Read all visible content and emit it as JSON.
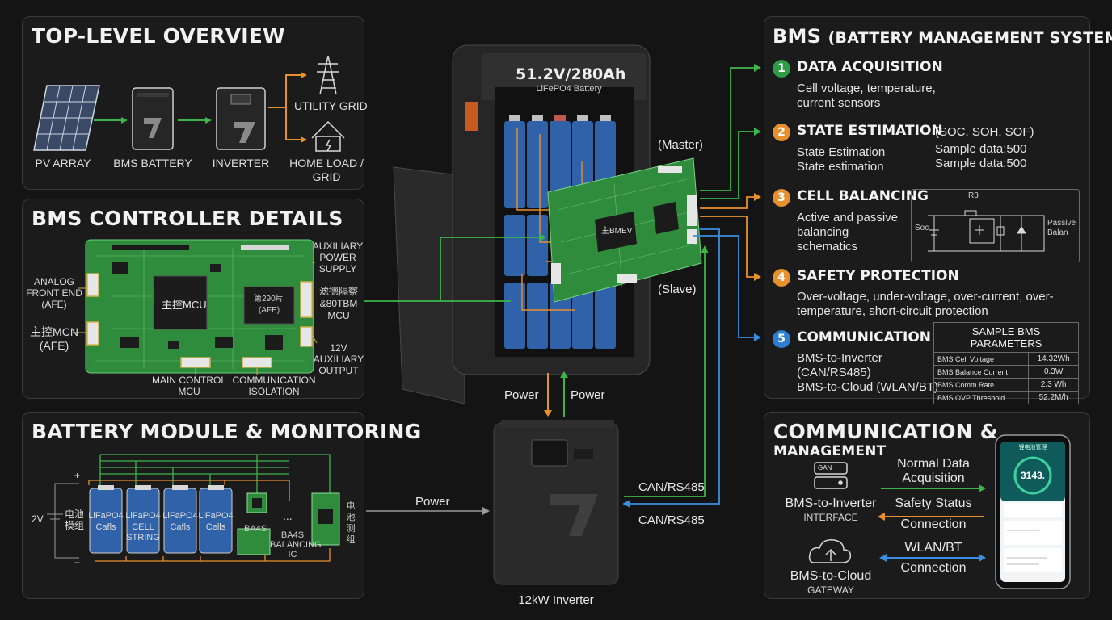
{
  "overview": {
    "title": "TOP-LEVEL OVERVIEW",
    "pv": "PV ARRAY",
    "bms_battery": "BMS BATTERY",
    "inverter": "INVERTER",
    "utility": "UTILITY GRID",
    "home1": "HOME LOAD /",
    "home2": "GRID"
  },
  "controller": {
    "title": "BMS CONTROLLER DETAILS",
    "afe1_1": "ANALOG",
    "afe1_2": "FRONT END",
    "afe1_3": "(AFE)",
    "afe2_1": "主控MCN",
    "afe2_2": "(AFE)",
    "aux1": "AUXILIARY",
    "aux2": "POWER",
    "aux3": "SUPPLY",
    "iso1": "滤德隔察",
    "iso2": "&80TBM",
    "iso3": "MCU",
    "out1": "12V",
    "out2": "AUXILIARY",
    "out3": "OUTPUT",
    "main1": "MAIN CONTROL",
    "main2": "MCU",
    "comm1": "COMMUNICATION",
    "comm2": "ISOLATION",
    "chip_mcu": "主控MCU",
    "chip_afe1": "第290片",
    "chip_afe2": "(AFE)"
  },
  "module": {
    "title": "BATTERY MODULE & MONITORING",
    "voltage": "2V",
    "pack1": "电池",
    "pack2": "模组",
    "plus": "+",
    "minus": "−",
    "cells": [
      {
        "line1": "LiFaPO4",
        "line2": "Cafls"
      },
      {
        "line1": "LiFaPO4",
        "line2": "CELL",
        "line3": "STRING"
      },
      {
        "line1": "LiFaPO4",
        "line2": "Cafls"
      },
      {
        "line1": "LiFaPO4",
        "line2": "Cells"
      }
    ],
    "ba4s": "BA4S",
    "balance1": "BA4S",
    "balance2": "BALANCING",
    "balance3": "IC",
    "dots": "...",
    "side1": "电",
    "side2": "池",
    "side3": "测",
    "side4": "组"
  },
  "center": {
    "brand_title": "51.2V/280Ah",
    "brand_sub": "LiFePO4 Battery",
    "board_chip": "主BMEV",
    "master": "(Master)",
    "slave": "(Slave)",
    "power_up": "Power",
    "power_down": "Power",
    "power_left": "Power",
    "can_top": "CAN/RS485",
    "can_bottom": "CAN/RS485",
    "inverter_label": "12kW Inverter"
  },
  "bms": {
    "title": "BMS",
    "title_paren": "(BATTERY MANAGEMENT SYSTEM)",
    "steps": [
      {
        "num": "1",
        "head": "DATA ACQUISITION",
        "l1": "Cell voltage, temperature,",
        "l2": "current sensors"
      },
      {
        "num": "2",
        "head": "STATE ESTIMATION",
        "l1": "State Estimation",
        "l2": "State estimation",
        "side1": "(SOC, SOH, SOF)",
        "side2": "Sample data:500",
        "side3": "Sample data:500"
      },
      {
        "num": "3",
        "head": "CELL BALANCING",
        "l1": "Active and passive",
        "l2": "balancing",
        "l3": "schematics"
      },
      {
        "num": "4",
        "head": "SAFETY PROTECTION",
        "l1": "Over-voltage, under-voltage, over-current, over-",
        "l2": "temperature, short-circuit protection"
      },
      {
        "num": "5",
        "head": "COMMUNICATION",
        "l1": "BMS-to-Inverter",
        "l2": "(CAN/RS485)",
        "l3": "BMS-to-Cloud (WLAN/BT)"
      }
    ],
    "schematic": {
      "r": "R3",
      "soc": "Soc",
      "passive1": "Passive",
      "passive2": "Balan"
    },
    "params": {
      "title": "SAMPLE BMS PARAMETERS",
      "rows": [
        {
          "k": "BMS Cell Voltage",
          "v": "14.32Wh"
        },
        {
          "k": "BMS Balance Current",
          "v": "0.3W"
        },
        {
          "k": "BMS Comm Rate",
          "v": "2.3 Wh"
        },
        {
          "k": "BMS OVP Threshold",
          "v": "52.2M/h"
        }
      ]
    }
  },
  "comm": {
    "title1": "COMMUNICATION &",
    "title2": "MANAGEMENT",
    "can_tag": "GAN",
    "inv1": "BMS-to-Inverter",
    "inv2": "INTERFACE",
    "cloud1": "BMS-to-Cloud",
    "cloud2": "GATEWAY",
    "normal1": "Normal Data",
    "normal2": "Acquisition",
    "safety1": "Safety Status",
    "safety2": "Connection",
    "wlan1": "WLAN/BT",
    "wlan2": "Connection",
    "phone_value": "3143.",
    "phone_header": "锂电池管理"
  },
  "colors": {
    "green": "#3cb54a",
    "orange": "#e8902c",
    "blue": "#3a8ee0",
    "gray": "#9a9a9a",
    "pcb": "#2f8c3c",
    "cell": "#2f62a8"
  }
}
